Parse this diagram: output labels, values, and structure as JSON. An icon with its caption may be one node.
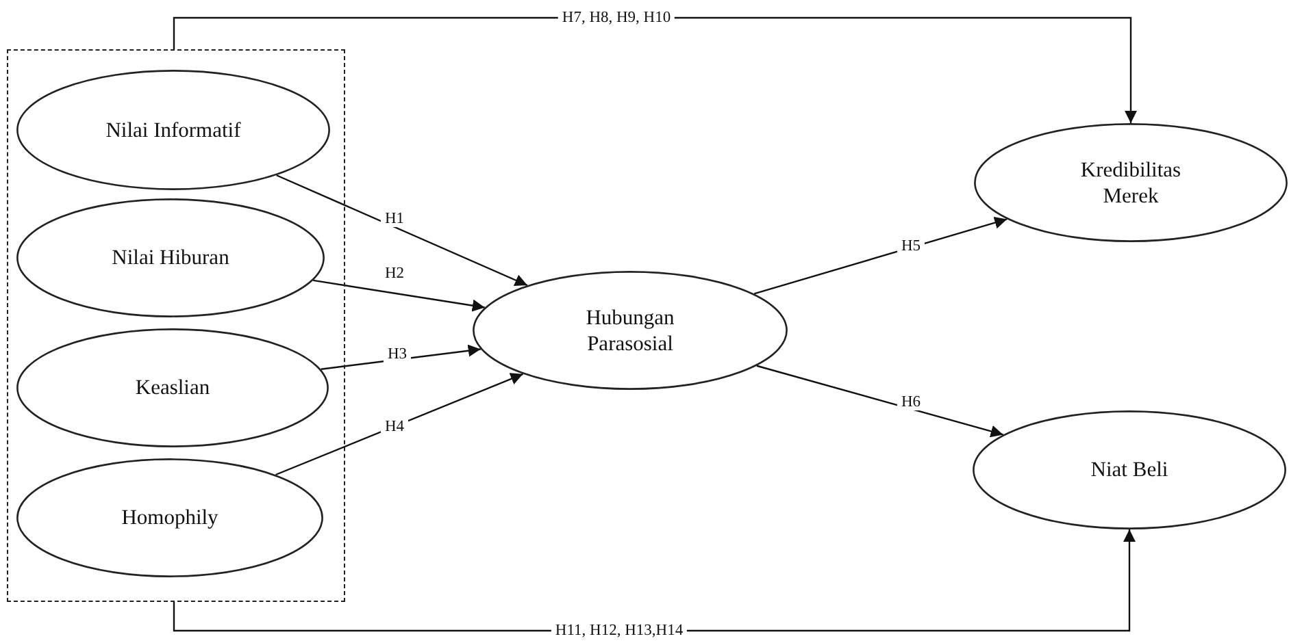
{
  "diagram": {
    "nodes": [
      {
        "text": [],
        "shape": "box"
      },
      {
        "text": [
          "Nilai Informatif"
        ],
        "in": 0
      },
      {
        "text": [
          "Nilai Hiburan"
        ],
        "in": 0
      },
      {
        "text": [
          "Keaslian"
        ],
        "in": 0
      },
      {
        "text": [
          "Homophily"
        ],
        "in": 0
      },
      {
        "text": [
          "Hubungan Parasosial"
        ]
      },
      {
        "text": [
          "Kredibilitas Merek"
        ]
      },
      {
        "text": [
          "Niat Beli"
        ]
      }
    ],
    "edges": [
      {
        "from": 1,
        "to": 5,
        "arrow": "to",
        "label": "H1"
      },
      {
        "from": 2,
        "to": 5,
        "arrow": "to",
        "label": "H2"
      },
      {
        "from": 3,
        "to": 5,
        "arrow": "to",
        "label": "H3"
      },
      {
        "from": 4,
        "to": 5,
        "arrow": "to",
        "label": "H4"
      },
      {
        "from": 5,
        "to": 6,
        "arrow": "to",
        "label": "H5"
      },
      {
        "from": 5,
        "to": 7,
        "arrow": "to",
        "label": "H6"
      },
      {
        "from": 0,
        "to": 6,
        "arrow": "to",
        "label": "H7, H8, H9, H10"
      },
      {
        "from": 0,
        "to": 7,
        "arrow": "to",
        "label": "H11, H12, H13,H14"
      }
    ]
  }
}
